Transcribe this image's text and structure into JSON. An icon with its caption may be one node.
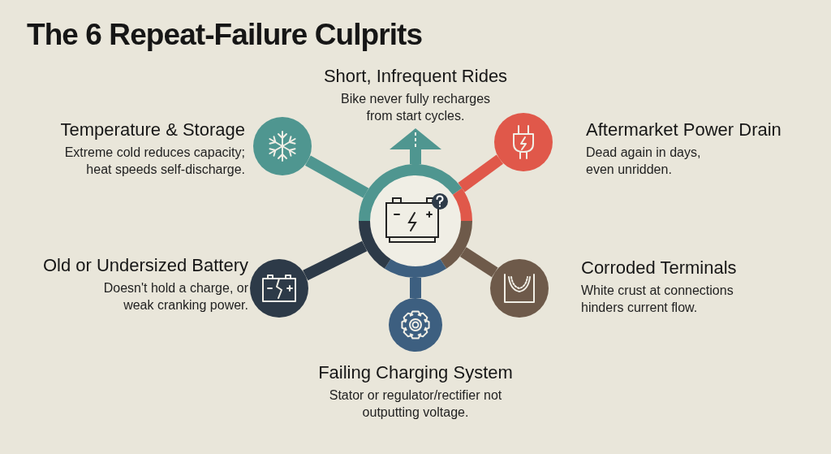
{
  "diagram": {
    "title": "The 6 Repeat-Failure Culprits",
    "nodes": [
      {
        "text": [
          "Short, Infrequent Rides",
          "Bike never fully recharges from start cycles."
        ]
      },
      {
        "text": [
          "Temperature & Storage",
          "Extreme cold reduces capacity; heat speeds self-discharge."
        ]
      },
      {
        "text": [],
        "shape": "circle"
      },
      {
        "text": [
          "Aftermarket Power Drain",
          "Dead again in days, even unridden."
        ]
      },
      {
        "text": [],
        "shape": "circle"
      },
      {
        "text": [],
        "shape": "circle"
      },
      {
        "text": [
          "Old or Undersized Battery",
          "Doesn't hold a charge, or weak cranking power."
        ]
      },
      {
        "text": [],
        "shape": "circle"
      },
      {
        "text": [],
        "shape": "circle"
      },
      {
        "text": [
          "Corroded Terminals",
          "White crust at connections hinders current flow."
        ]
      },
      {
        "text": [],
        "shape": "circle"
      },
      {
        "text": [
          "Failing Charging System",
          "Stator or regulator/rectifier not outputting voltage."
        ]
      }
    ],
    "edges": [
      {
        "from": 5,
        "to": 0,
        "arrow": "to",
        "color": "#4f9690"
      },
      {
        "from": 5,
        "to": 2,
        "arrow": "none",
        "color": "#4f9690"
      },
      {
        "from": 5,
        "to": 4,
        "arrow": "none",
        "color": "#e0584a"
      },
      {
        "from": 5,
        "to": 7,
        "arrow": "none",
        "color": "#2d3a48"
      },
      {
        "from": 5,
        "to": 8,
        "arrow": "none",
        "color": "#6e5a4a"
      },
      {
        "from": 5,
        "to": 10,
        "arrow": "none",
        "color": "#3d5f80"
      }
    ]
  }
}
